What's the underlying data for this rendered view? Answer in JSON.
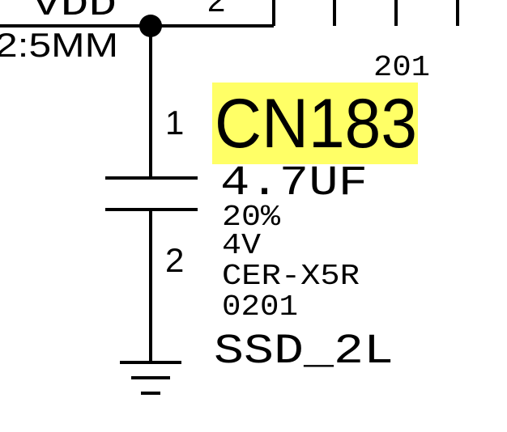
{
  "net": {
    "name": "VDD",
    "pin_number": "2",
    "trace_width": "2:5MM"
  },
  "component": {
    "designator": "CN183",
    "sheet_ref": "201",
    "highlight_color": "#ffff66",
    "pin1": "1",
    "pin2": "2",
    "value": "4.7UF",
    "tolerance": "20%",
    "voltage": "4V",
    "dielectric": "CER-X5R",
    "package": "0201",
    "footprint": "SSD_2L"
  },
  "colors": {
    "wire": "#000000",
    "background": "#ffffff"
  }
}
